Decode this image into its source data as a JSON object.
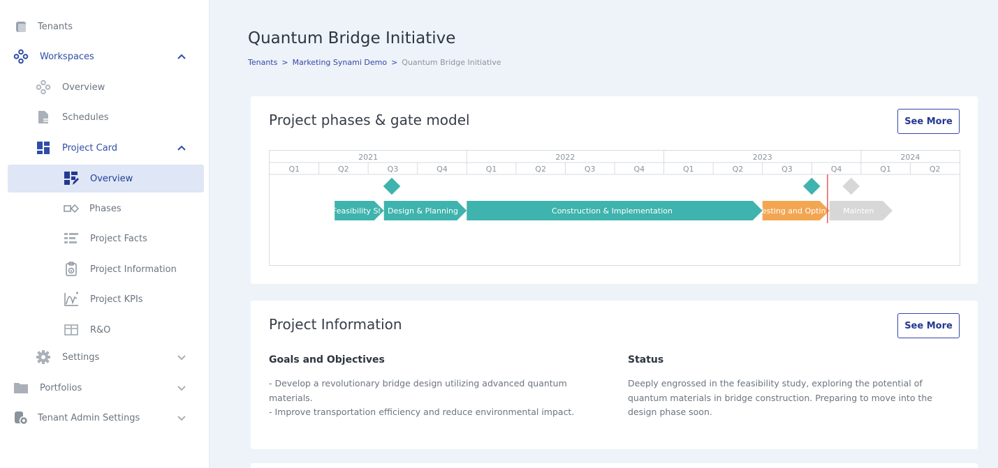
{
  "sidebar": {
    "items": [
      {
        "label": "Tenants",
        "icon": "tenants-icon"
      },
      {
        "label": "Workspaces",
        "icon": "workspaces-icon"
      },
      {
        "label": "Overview",
        "icon": "overview-icon"
      },
      {
        "label": "Schedules",
        "icon": "schedules-icon"
      },
      {
        "label": "Project Card",
        "icon": "project-card-icon"
      },
      {
        "label": "Overview",
        "icon": "overview-dashboard-icon"
      },
      {
        "label": "Phases",
        "icon": "phases-icon"
      },
      {
        "label": "Project Facts",
        "icon": "project-facts-icon"
      },
      {
        "label": "Project Information",
        "icon": "project-information-icon"
      },
      {
        "label": "Project KPIs",
        "icon": "project-kpis-icon"
      },
      {
        "label": "R&O",
        "icon": "r-and-o-icon"
      },
      {
        "label": "Settings",
        "icon": "settings-gear-icon"
      },
      {
        "label": "Portfolios",
        "icon": "portfolios-folder-icon"
      },
      {
        "label": "Tenant Admin Settings",
        "icon": "tenant-admin-settings-icon"
      }
    ]
  },
  "page": {
    "title": "Quantum Bridge Initiative"
  },
  "breadcrumb": {
    "tenants": "Tenants",
    "workspace": "Marketing Synami Demo",
    "current": "Quantum Bridge Initiative",
    "separator": ">"
  },
  "phases_card": {
    "title": "Project phases & gate model",
    "see_more": "See More",
    "timeline": {
      "years": [
        "2021",
        "2022",
        "2023",
        "2024"
      ],
      "quarters": [
        "Q1",
        "Q2",
        "Q3",
        "Q4",
        "Q1",
        "Q2",
        "Q3",
        "Q4",
        "Q1",
        "Q2",
        "Q3",
        "Q4",
        "Q1",
        "Q2"
      ],
      "phases": [
        {
          "label": "Feasibility St",
          "start": 2021.33,
          "end": 2021.58,
          "color": "#3fb3ad"
        },
        {
          "label": "Design & Planning",
          "start": 2021.58,
          "end": 2022.0,
          "color": "#3fb3ad"
        },
        {
          "label": "Construction & Implementation",
          "start": 2022.0,
          "end": 2023.5,
          "color": "#3fb3ad"
        },
        {
          "label": "Testing and Optim",
          "start": 2023.5,
          "end": 2023.84,
          "color": "#f3a652"
        },
        {
          "label": "Mainten",
          "start": 2023.84,
          "end": 2024.16,
          "color": "#d7d7d7"
        }
      ],
      "gates": [
        {
          "at": 2021.62,
          "color": "#3fb3ad"
        },
        {
          "at": 2023.75,
          "color": "#3fb3ad"
        },
        {
          "at": 2023.95,
          "color": "#d7d7d7"
        }
      ],
      "today": 2023.83,
      "today_color": "#e85a5a"
    }
  },
  "info_card": {
    "title": "Project Information",
    "see_more": "See More",
    "goals_heading": "Goals and Objectives",
    "goal_1": "- Develop a revolutionary bridge design utilizing advanced quantum materials.",
    "goal_2": "- Improve transportation efficiency and reduce environmental impact.",
    "status_heading": "Status",
    "status_text": "Deeply engrossed in the feasibility study, exploring the potential of quantum materials in bridge construction. Preparing to move into the design phase soon."
  }
}
